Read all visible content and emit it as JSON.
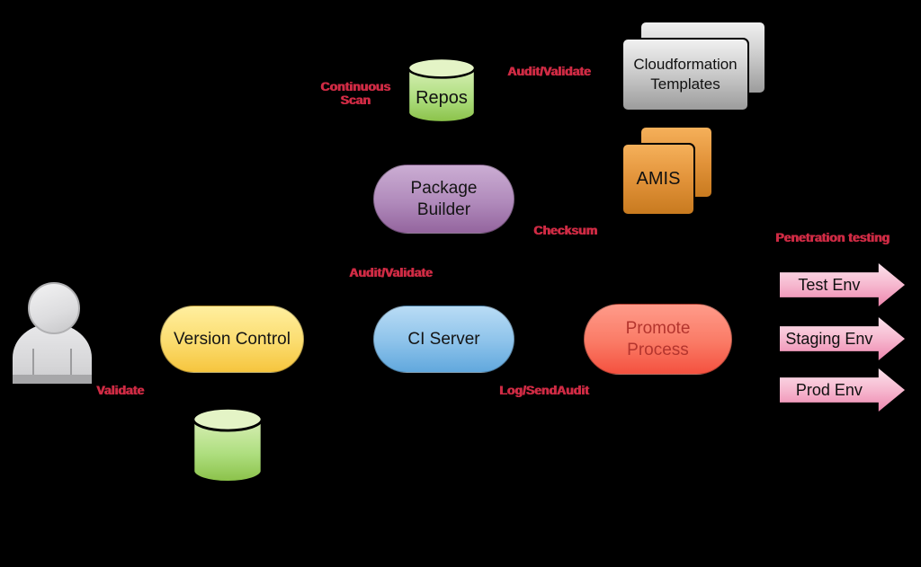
{
  "diagram": {
    "background": "#000000",
    "annotation_color": "#cf2b44",
    "nodes": {
      "user": {
        "icon": "user-icon"
      },
      "version_control": {
        "label": "Version Control",
        "fill_top": "#ffef9f",
        "fill_bottom": "#f6c53e"
      },
      "repos_db": {
        "label": "Repos",
        "fill_top": "#d8efb5",
        "fill_bottom": "#8ac148"
      },
      "store_db": {
        "fill_top": "#d8efb5",
        "fill_bottom": "#8ac148"
      },
      "package_builder": {
        "label": "Package Builder",
        "fill_top": "#cbadd3",
        "fill_bottom": "#94659e"
      },
      "ci_server": {
        "label": "CI Server",
        "fill_top": "#b9dcf5",
        "fill_bottom": "#61a8dd"
      },
      "promote_process": {
        "label": "Promote Process",
        "text_color": "#b4352e",
        "fill_top": "#ff9b8a",
        "fill_bottom": "#f4513f"
      },
      "cloudformation_templates": {
        "label": "Cloudformation Templates",
        "fill_top": "#f1f1f1",
        "fill_bottom": "#9c9c9c"
      },
      "amis": {
        "label": "AMIS",
        "fill_top": "#f5b05a",
        "fill_bottom": "#c87a1f"
      }
    },
    "annotations": {
      "continuous_scan": "Continuous Scan",
      "audit_validate_repos": "Audit/Validate",
      "audit_validate_ci": "Audit/Validate",
      "checksum": "Checksum",
      "validate": "Validate",
      "log_send_audit": "Log/SendAudit",
      "penetration_testing": "Penetration testing"
    },
    "environments": [
      {
        "label": "Test Env"
      },
      {
        "label": "Staging Env"
      },
      {
        "label": "Prod Env"
      }
    ],
    "env_arrow": {
      "fill_top": "#fbe3ec",
      "fill_bottom": "#ee86ae"
    }
  }
}
